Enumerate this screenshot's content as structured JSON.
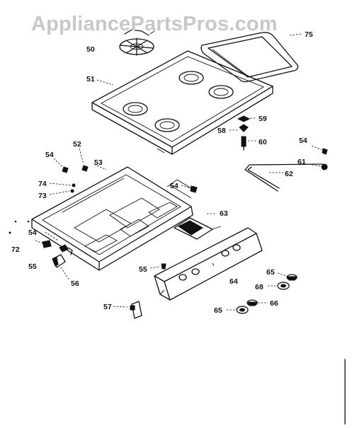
{
  "watermark": "AppliancePartsPros.com",
  "callouts": {
    "c50": "50",
    "c75": "75",
    "c51": "51",
    "c59": "59",
    "c58": "58",
    "c60": "60",
    "c54a": "54",
    "c52": "52",
    "c53": "53",
    "c74": "74",
    "c73": "73",
    "c54b": "54",
    "c54c": "54",
    "c61": "61",
    "c62": "62",
    "c63": "63",
    "c54d": "54",
    "c72": "72",
    "c55a": "55",
    "c56": "56",
    "c55b": "55",
    "c64": "64",
    "c65a": "65",
    "c68": "68",
    "c57": "57",
    "c65b": "65",
    "c66": "66"
  }
}
